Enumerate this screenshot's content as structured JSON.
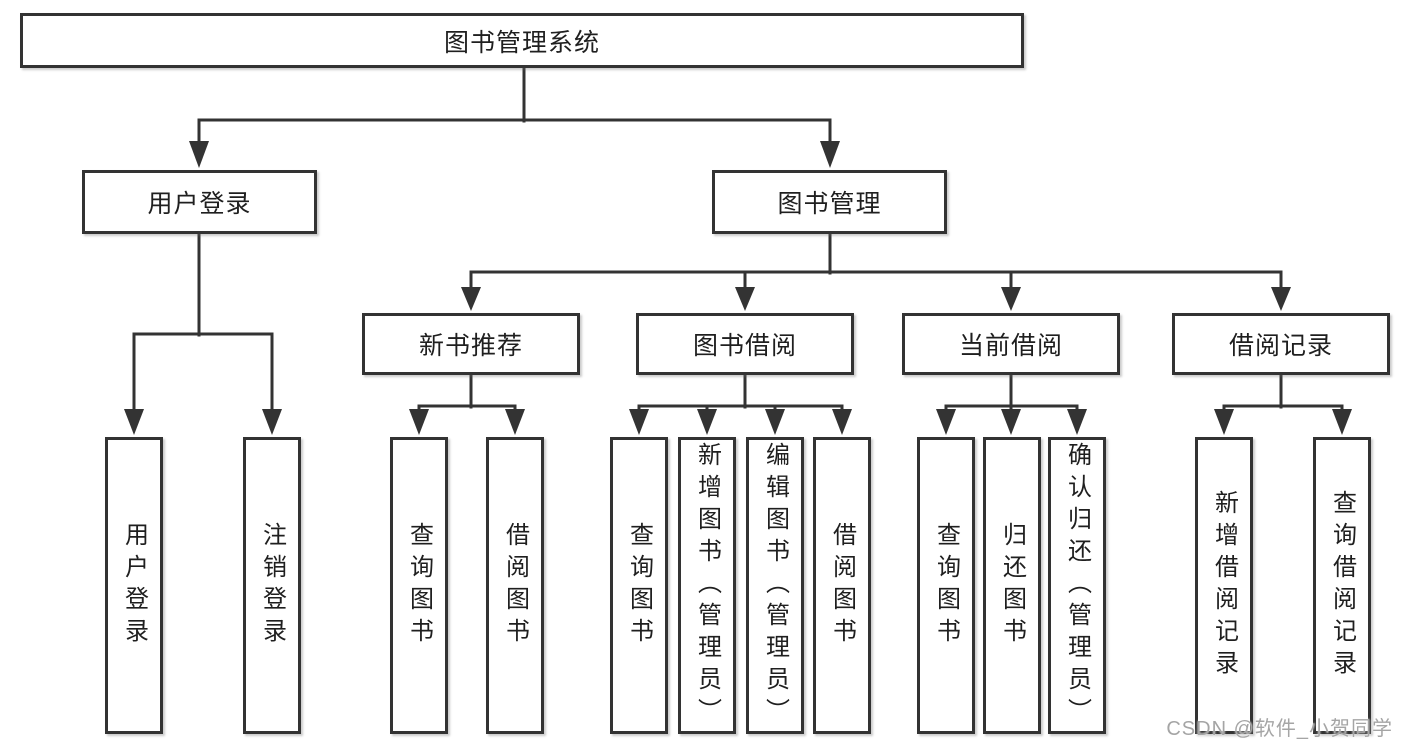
{
  "diagram": {
    "root_label": "图书管理系统",
    "branches": [
      {
        "label": "用户登录",
        "children": [
          "用户登录",
          "注销登录"
        ]
      },
      {
        "label": "图书管理",
        "groups": [
          {
            "label": "新书推荐",
            "children": [
              "查询图书",
              "借阅图书"
            ]
          },
          {
            "label": "图书借阅",
            "children": [
              "查询图书",
              "新增图书（管理员）",
              "编辑图书（管理员）",
              "借阅图书"
            ]
          },
          {
            "label": "当前借阅",
            "children": [
              "查询图书",
              "归还图书",
              "确认归还（管理员）"
            ]
          },
          {
            "label": "借阅记录",
            "children": [
              "新增借阅记录",
              "查询借阅记录"
            ]
          }
        ]
      }
    ]
  },
  "watermark": {
    "text": "CSDN @软件_小贺同学"
  },
  "colors": {
    "background": "#ffffff",
    "box_fill": "#ffffff",
    "box_border": "#333333",
    "line": "#333333",
    "text": "#1f1f1f",
    "watermark": "#a5a5a5"
  }
}
